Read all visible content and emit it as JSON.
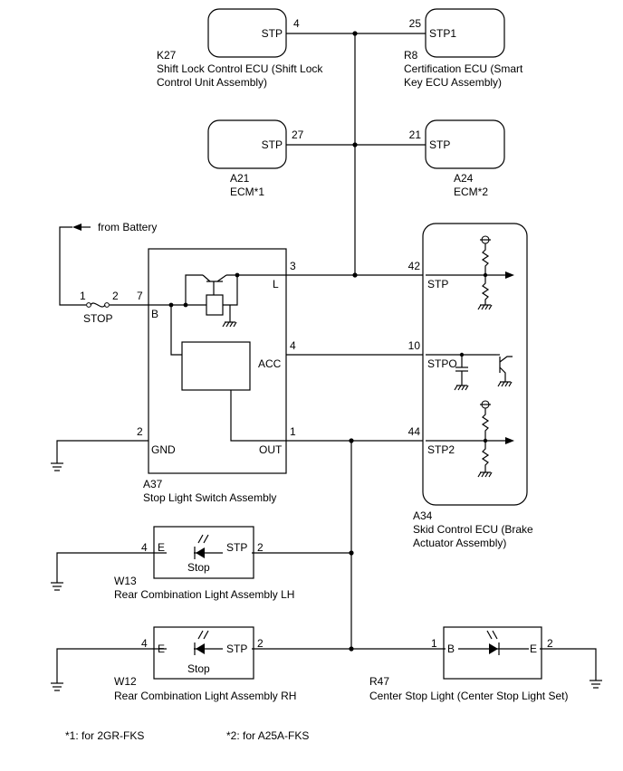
{
  "components": {
    "k27": {
      "code": "K27",
      "name_line1": "Shift Lock Control ECU (Shift Lock",
      "name_line2": "Control Unit Assembly)",
      "pin_label": "STP",
      "pin_no": "4"
    },
    "r8": {
      "code": "R8",
      "name_line1": "Certification ECU (Smart",
      "name_line2": "Key ECU Assembly)",
      "pin_label": "STP1",
      "pin_no": "25"
    },
    "a21": {
      "code": "A21",
      "name_line1": "ECM*1",
      "pin_label": "STP",
      "pin_no": "27"
    },
    "a24": {
      "code": "A24",
      "name_line1": "ECM*2",
      "pin_label": "STP",
      "pin_no": "21"
    },
    "a37": {
      "code": "A37",
      "name_line1": "Stop Light Switch Assembly",
      "pins": {
        "b": {
          "label": "B",
          "no": "7"
        },
        "l": {
          "label": "L",
          "no": "3"
        },
        "acc": {
          "label": "ACC",
          "no": "4"
        },
        "gnd": {
          "label": "GND",
          "no": "2"
        },
        "out": {
          "label": "OUT",
          "no": "1"
        }
      }
    },
    "a34": {
      "code": "A34",
      "name_line1": "Skid Control ECU (Brake",
      "name_line2": "Actuator Assembly)",
      "pins": {
        "stp": {
          "label": "STP",
          "no": "42"
        },
        "stpo": {
          "label": "STPO",
          "no": "10"
        },
        "stp2": {
          "label": "STP2",
          "no": "44"
        }
      }
    },
    "w13": {
      "code": "W13",
      "name_line1": "Rear Combination Light Assembly LH",
      "e_label": "E",
      "e_no": "4",
      "stp_label": "STP",
      "stp_no": "2",
      "lamp_label": "Stop"
    },
    "w12": {
      "code": "W12",
      "name_line1": "Rear Combination Light Assembly RH",
      "e_label": "E",
      "e_no": "4",
      "stp_label": "STP",
      "stp_no": "2",
      "lamp_label": "Stop"
    },
    "r47": {
      "code": "R47",
      "name_line1": "Center Stop Light (Center Stop Light Set)",
      "b_label": "B",
      "b_no": "1",
      "e_label": "E",
      "e_no": "2"
    }
  },
  "fuse": {
    "label": "STOP",
    "pin_in": "1",
    "pin_out": "2"
  },
  "battery_label": "from Battery",
  "footnotes": {
    "note1": "*1: for 2GR-FKS",
    "note2": "*2: for A25A-FKS"
  }
}
